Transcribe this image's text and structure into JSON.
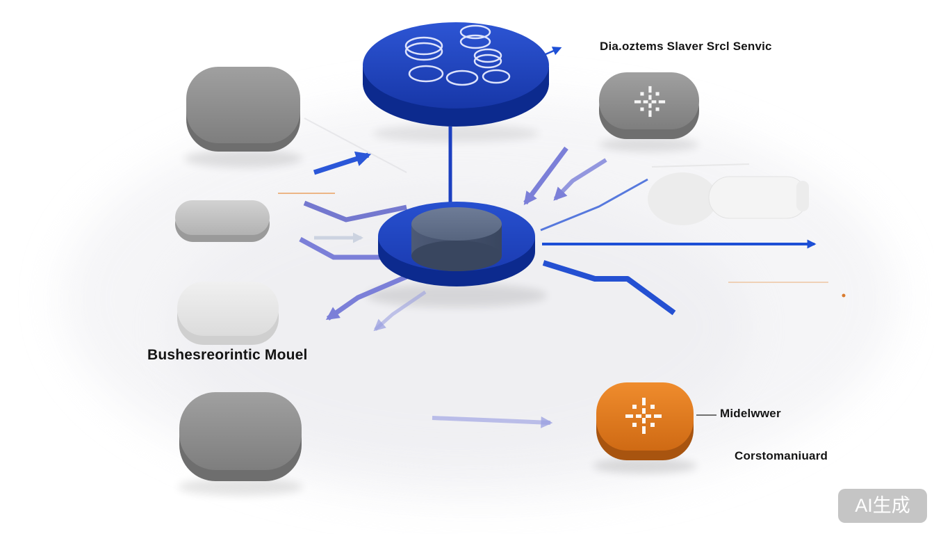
{
  "labels": {
    "top_right_service": "Dia.oztems Slaver Srcl Senvic",
    "business_model": "Bushesreorintic Mouel",
    "middleware": "Midelwwer",
    "customer": "Corstomaniuard"
  },
  "watermark": {
    "text": "AI生成"
  },
  "icons": {
    "top_node": "database-coins-icon",
    "right_top_node": "circuit-chip-icon",
    "middleware_node": "circuit-chip-icon"
  },
  "colors": {
    "primary_blue": "#2750cf",
    "dark_blue": "#0c2a8e",
    "slate_gray": "#5a6880",
    "node_gray": "#8f8f8f",
    "node_light": "#e9e9e9",
    "orange": "#e07a1e",
    "arrow_purple": "#7b7fd8",
    "arrow_blue": "#2450d2",
    "label_text": "#141414",
    "watermark_bg": "#9a9a9a"
  }
}
